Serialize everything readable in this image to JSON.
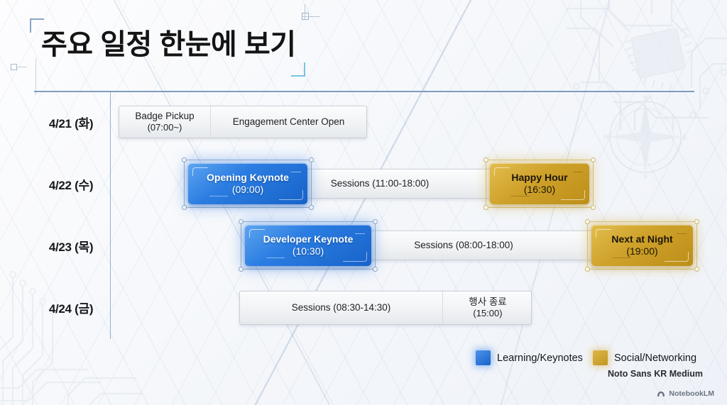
{
  "slide": {
    "title": "주요 일정 한눈에 보기"
  },
  "timeline": {
    "rows": [
      {
        "day": "4/21 (화)",
        "segments": [
          {
            "type": "gray",
            "label": "Badge Pickup",
            "sub": "(07:00~)"
          },
          {
            "type": "gray",
            "label": "Engagement Center Open",
            "sub": ""
          }
        ]
      },
      {
        "day": "4/22 (수)",
        "segments": [
          {
            "type": "blue",
            "label": "Opening Keynote",
            "sub": "(09:00)"
          },
          {
            "type": "gray",
            "label": "Sessions (11:00-18:00)",
            "sub": ""
          },
          {
            "type": "gold",
            "label": "Happy Hour",
            "sub": "(16:30)"
          }
        ]
      },
      {
        "day": "4/23 (목)",
        "segments": [
          {
            "type": "blue",
            "label": "Developer Keynote",
            "sub": "(10:30)"
          },
          {
            "type": "gray",
            "label": "Sessions (08:00-18:00)",
            "sub": ""
          },
          {
            "type": "gold",
            "label": "Next at Night",
            "sub": "(19:00)"
          }
        ]
      },
      {
        "day": "4/24 (금)",
        "segments": [
          {
            "type": "gray",
            "label": "Sessions (08:30-14:30)",
            "sub": ""
          },
          {
            "type": "gray",
            "label": "행사 종료",
            "sub": "(15:00)"
          }
        ]
      }
    ]
  },
  "legend": {
    "items": [
      {
        "label": "Learning/Keynotes",
        "color": "#1763c9"
      },
      {
        "label": "Social/Networking",
        "color": "#c39520"
      }
    ],
    "note": "Noto Sans KR Medium"
  },
  "watermark": {
    "label": "NotebookLM",
    "icon": "notebooklm-icon"
  },
  "colors": {
    "blue": "#1763c9",
    "gold": "#c39520",
    "rule": "#7f9cc0",
    "text": "#16181c"
  }
}
